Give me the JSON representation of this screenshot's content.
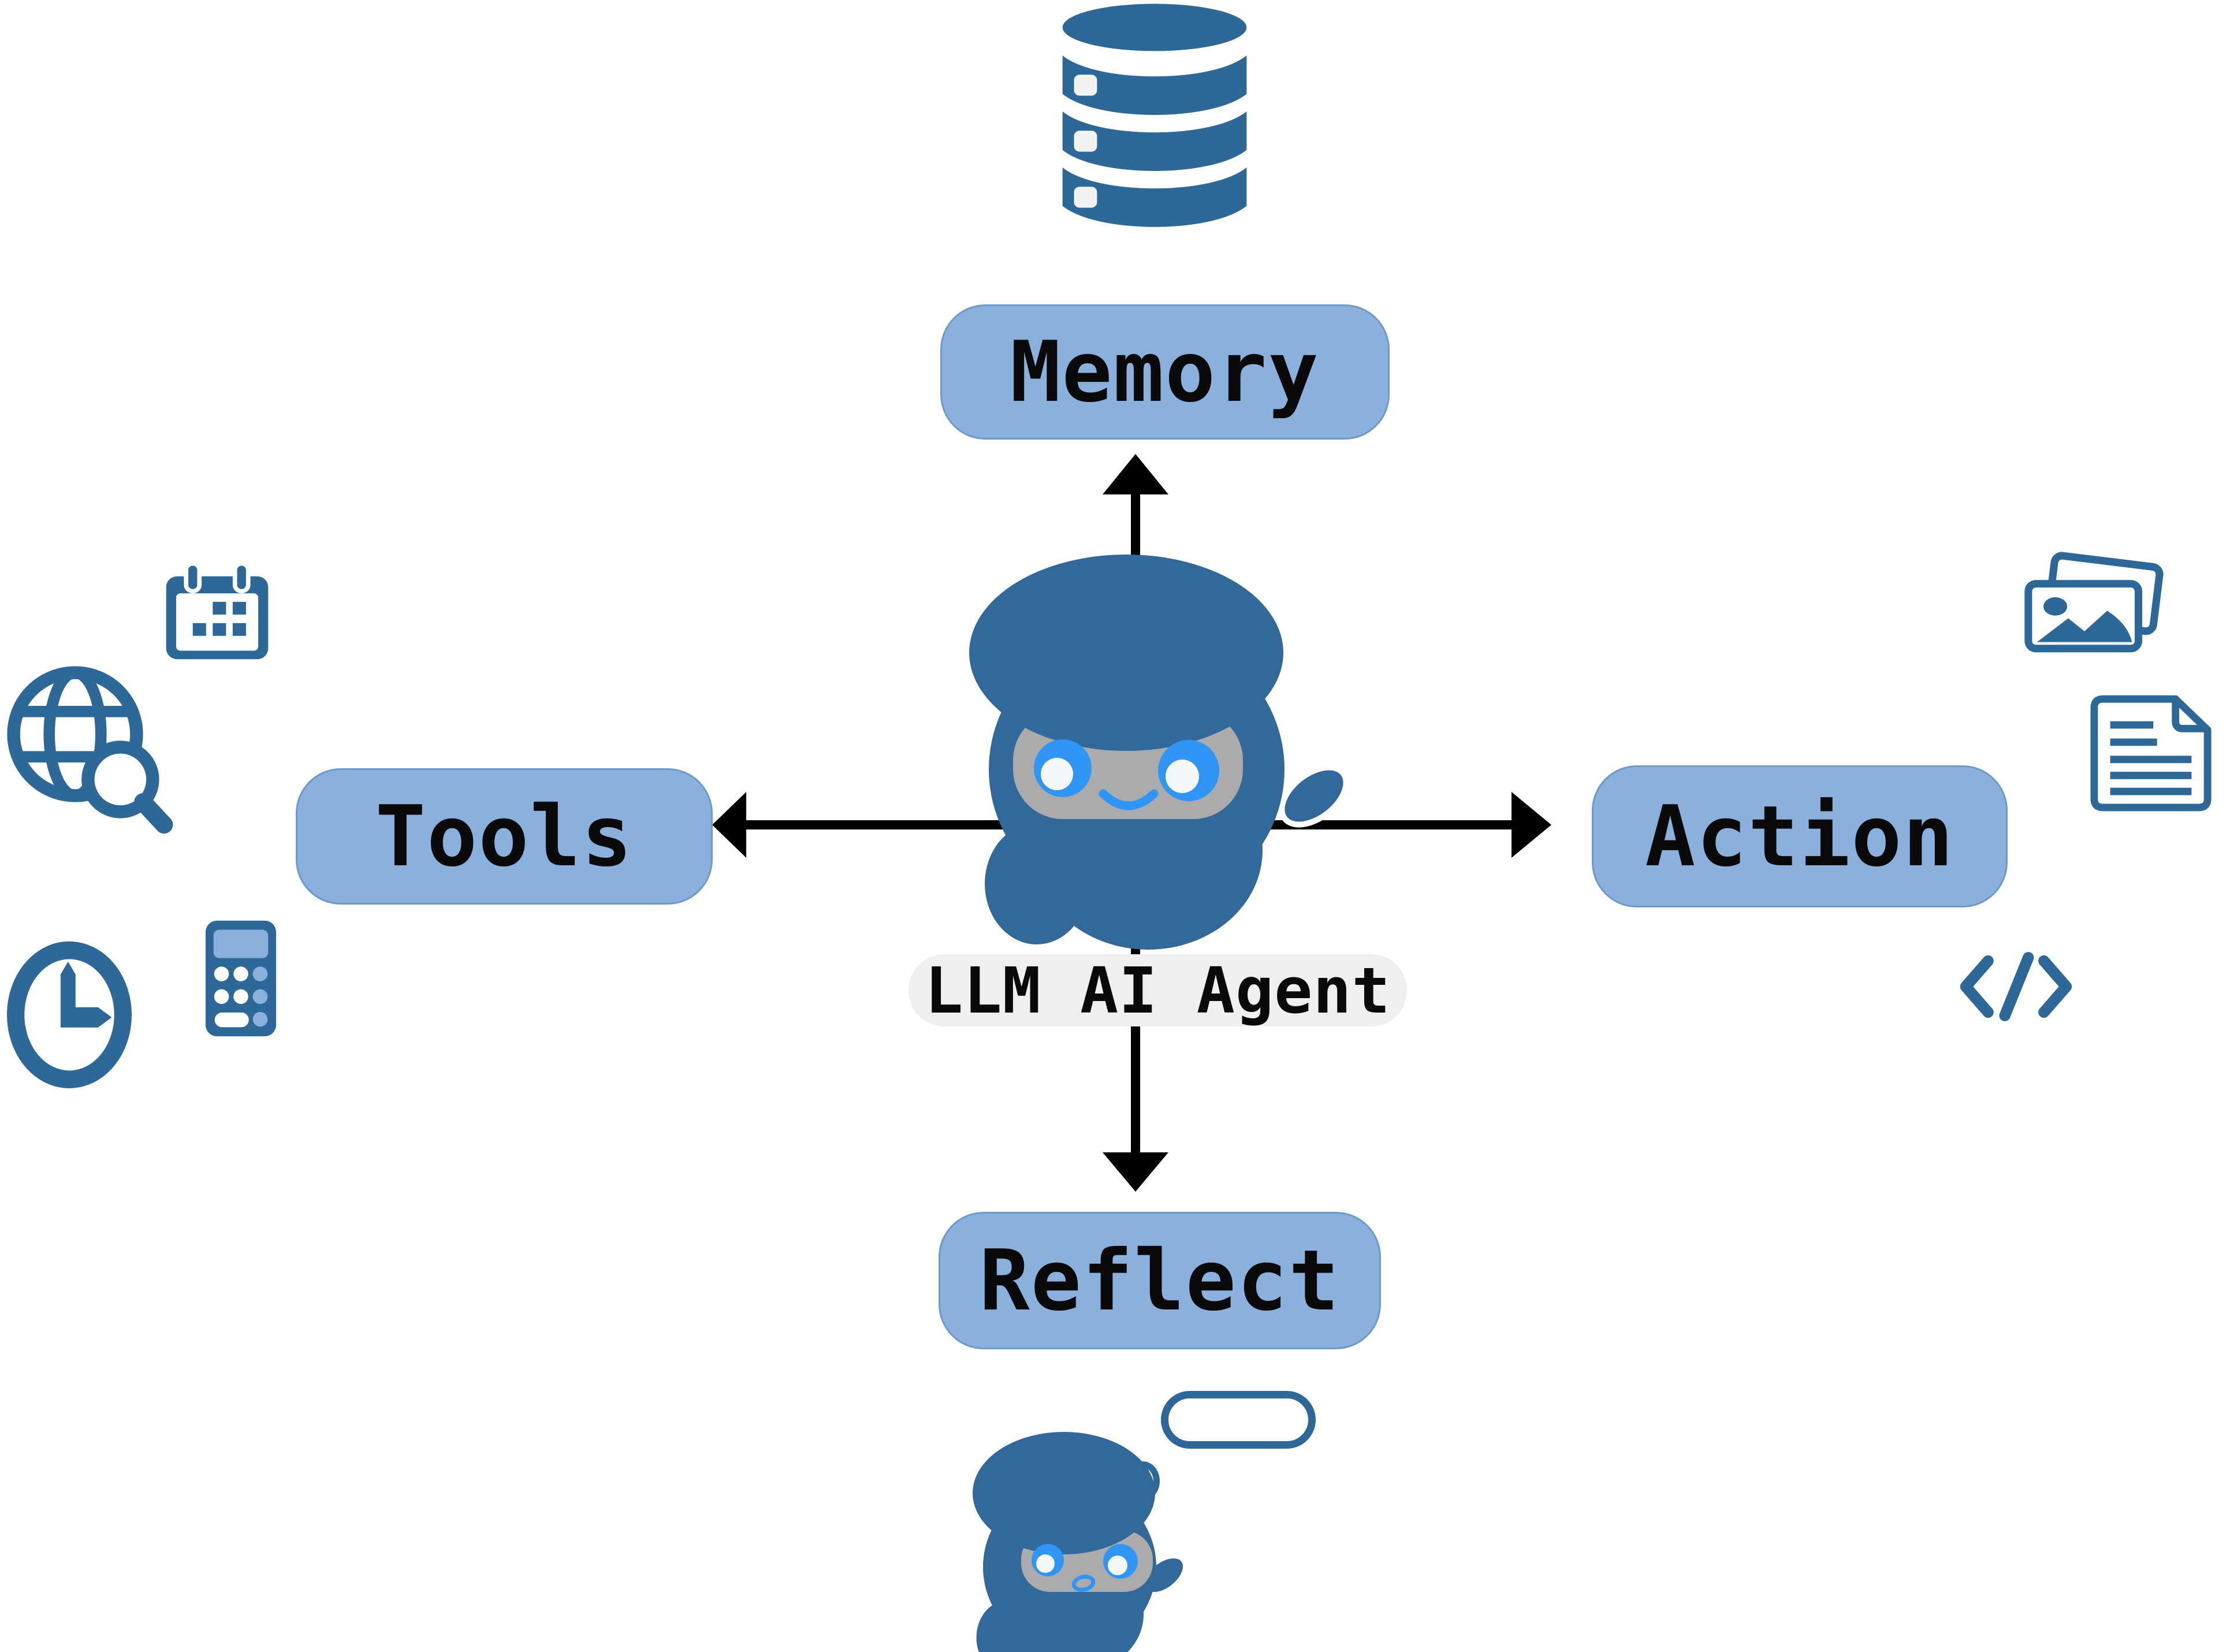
{
  "title": "LLM AI Agent",
  "agent": {
    "label": "LLM AI Agent",
    "icon": "robot-mascot-icon"
  },
  "nodes": {
    "memory": {
      "label": "Memory",
      "icon": "database-icon",
      "position": "top"
    },
    "tools": {
      "label": "Tools",
      "icons": [
        "calendar-icon",
        "globe-search-icon",
        "clock-icon",
        "calculator-icon"
      ],
      "position": "left"
    },
    "action": {
      "label": "Action",
      "icons": [
        "photos-icon",
        "document-icon",
        "code-icon"
      ],
      "position": "right"
    },
    "reflect": {
      "label": "Reflect",
      "icon": "thinking-robot-icon",
      "position": "bottom"
    }
  },
  "arrows": [
    "up",
    "left",
    "right",
    "down"
  ],
  "colors": {
    "pill_fill": "#8ab0de",
    "icon_blue": "#2e6899",
    "robot_hood": "#33689b",
    "eye_blue": "#3096f5",
    "visor_gray": "#ababab",
    "label_bg": "#efefef",
    "arrow_black": "#000000",
    "background": "#ffffff"
  }
}
